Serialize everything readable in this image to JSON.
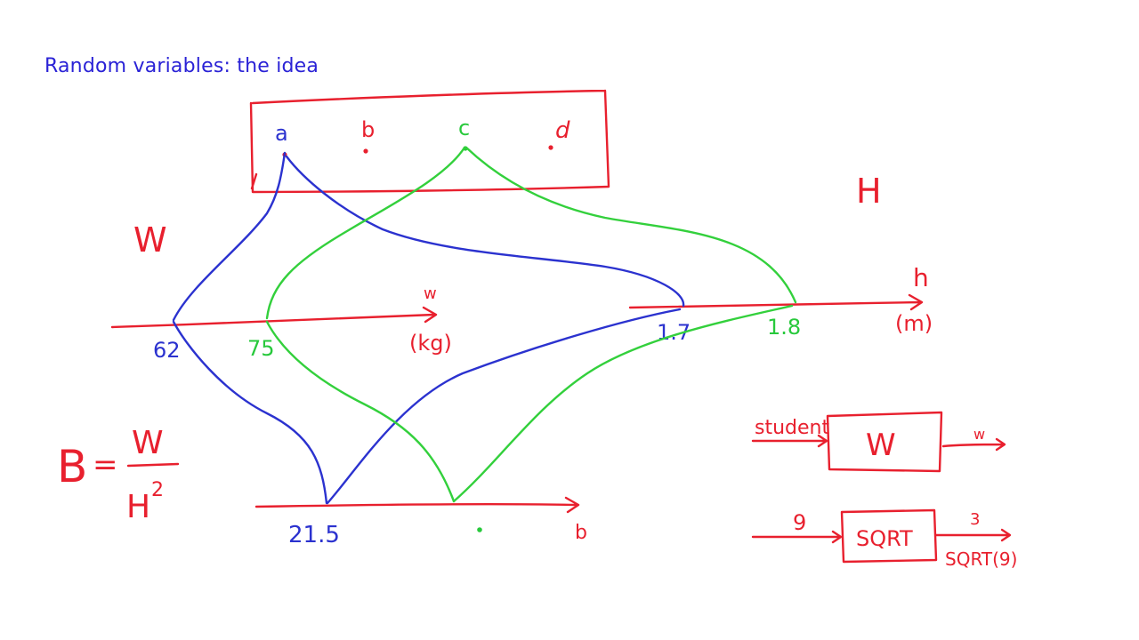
{
  "title": "Random variables: the idea",
  "sample_space": {
    "outcomes": [
      "a",
      "b",
      "c",
      "d"
    ]
  },
  "labels": {
    "W": "W",
    "H": "H"
  },
  "weight_axis": {
    "var": "w",
    "unit": "(kg)",
    "ticks": [
      "62",
      "75"
    ]
  },
  "height_axis": {
    "var": "h",
    "unit": "(m)",
    "ticks": [
      "1.7",
      "1.8"
    ]
  },
  "bmi_axis": {
    "var": "b",
    "ticks": [
      "21.5"
    ]
  },
  "formula": {
    "lhs": "B",
    "eq": "=",
    "num": "W",
    "den": "H",
    "exp": "2"
  },
  "function_box_1": {
    "input": "student",
    "box": "W",
    "output": "w"
  },
  "function_box_2": {
    "input": "9",
    "box": "SQRT",
    "output": "3",
    "caption": "SQRT(9)"
  },
  "colors": {
    "red": "#e8202e",
    "blue": "#2b32cf",
    "green": "#33d03c",
    "title": "#2a22d6"
  }
}
